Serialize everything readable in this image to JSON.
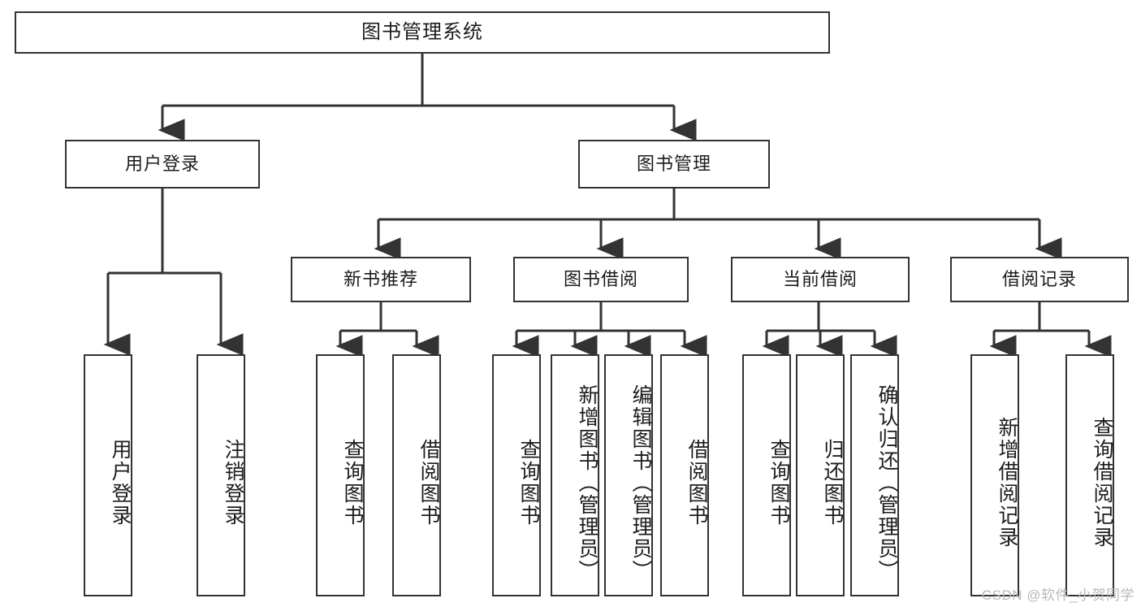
{
  "diagram": {
    "title": "图书管理系统",
    "watermark": "CSDN @软件_小贺同学",
    "line_color": "#333333",
    "box_border_color": "#333333",
    "box_fill_color": "#ffffff",
    "text_color": "#1c1c1c",
    "background_color": "#ffffff"
  },
  "root": {
    "label": "图书管理系统"
  },
  "level2": [
    {
      "label": "用户登录"
    },
    {
      "label": "图书管理"
    }
  ],
  "level3": [
    {
      "label": "新书推荐"
    },
    {
      "label": "图书借阅"
    },
    {
      "label": "当前借阅"
    },
    {
      "label": "借阅记录"
    }
  ],
  "leaves": {
    "user_login": [
      {
        "label": "用户登录"
      },
      {
        "label": "注销登录"
      }
    ],
    "new_book_recommend": [
      {
        "label": "查询图书"
      },
      {
        "label": "借阅图书"
      }
    ],
    "book_borrow": [
      {
        "label": "查询图书"
      },
      {
        "label": "新增图书（管理员）"
      },
      {
        "label": "编辑图书（管理员）"
      },
      {
        "label": "借阅图书"
      }
    ],
    "current_borrow": [
      {
        "label": "查询图书"
      },
      {
        "label": "归还图书"
      },
      {
        "label": "确认归还（管理员）"
      }
    ],
    "borrow_record": [
      {
        "label": "新增借阅记录"
      },
      {
        "label": "查询借阅记录"
      }
    ]
  }
}
